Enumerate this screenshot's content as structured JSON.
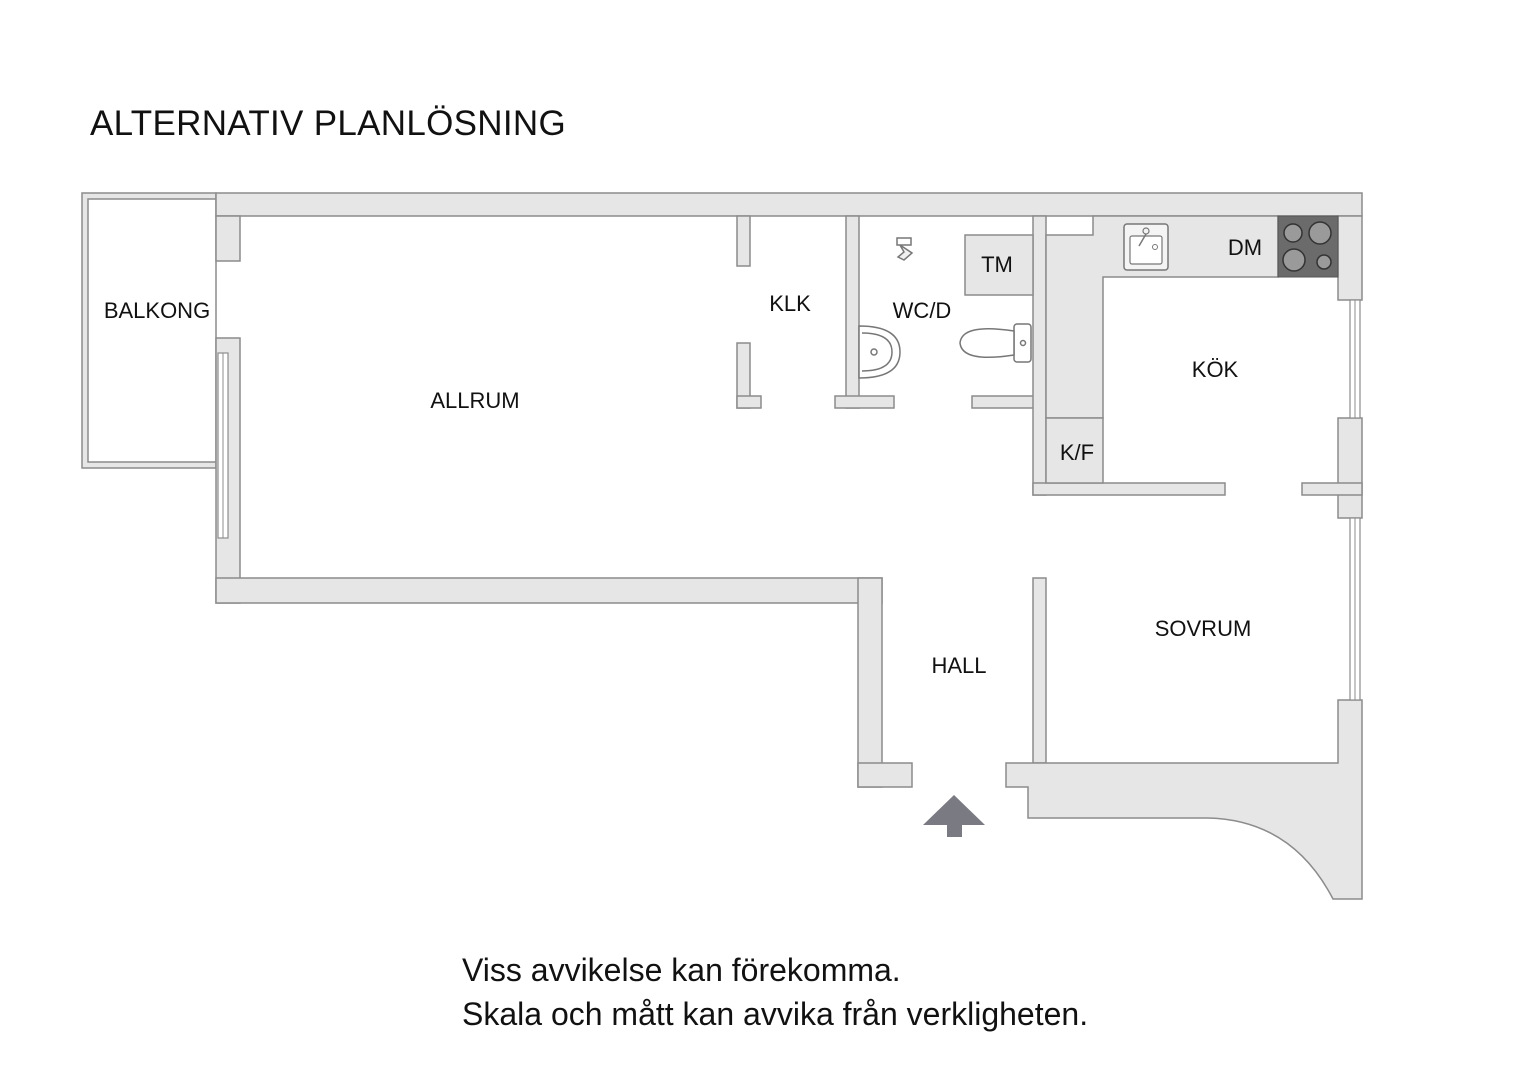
{
  "title": "ALTERNATIV PLANLÖSNING",
  "rooms": {
    "balkong": "BALKONG",
    "allrum": "ALLRUM",
    "klk": "KLK",
    "wcd": "WC/D",
    "tm": "TM",
    "dm": "DM",
    "kok": "KÖK",
    "kf": "K/F",
    "hall": "HALL",
    "sovrum": "SOVRUM"
  },
  "disclaimer": {
    "line1": "Viss avvikelse kan förekomma.",
    "line2": "Skala och mått kan avvika från verkligheten."
  },
  "colors": {
    "wall": "#e6e6e6",
    "wall_stroke": "#8c8c8c",
    "arrow": "#7a7a82",
    "stove": "#6b6b6b"
  },
  "icons": {
    "entrance": "arrow-up-icon",
    "sink": "sink-icon",
    "stove": "stove-icon",
    "toilet": "toilet-icon",
    "washbasin": "washbasin-icon",
    "shower": "shower-icon"
  }
}
